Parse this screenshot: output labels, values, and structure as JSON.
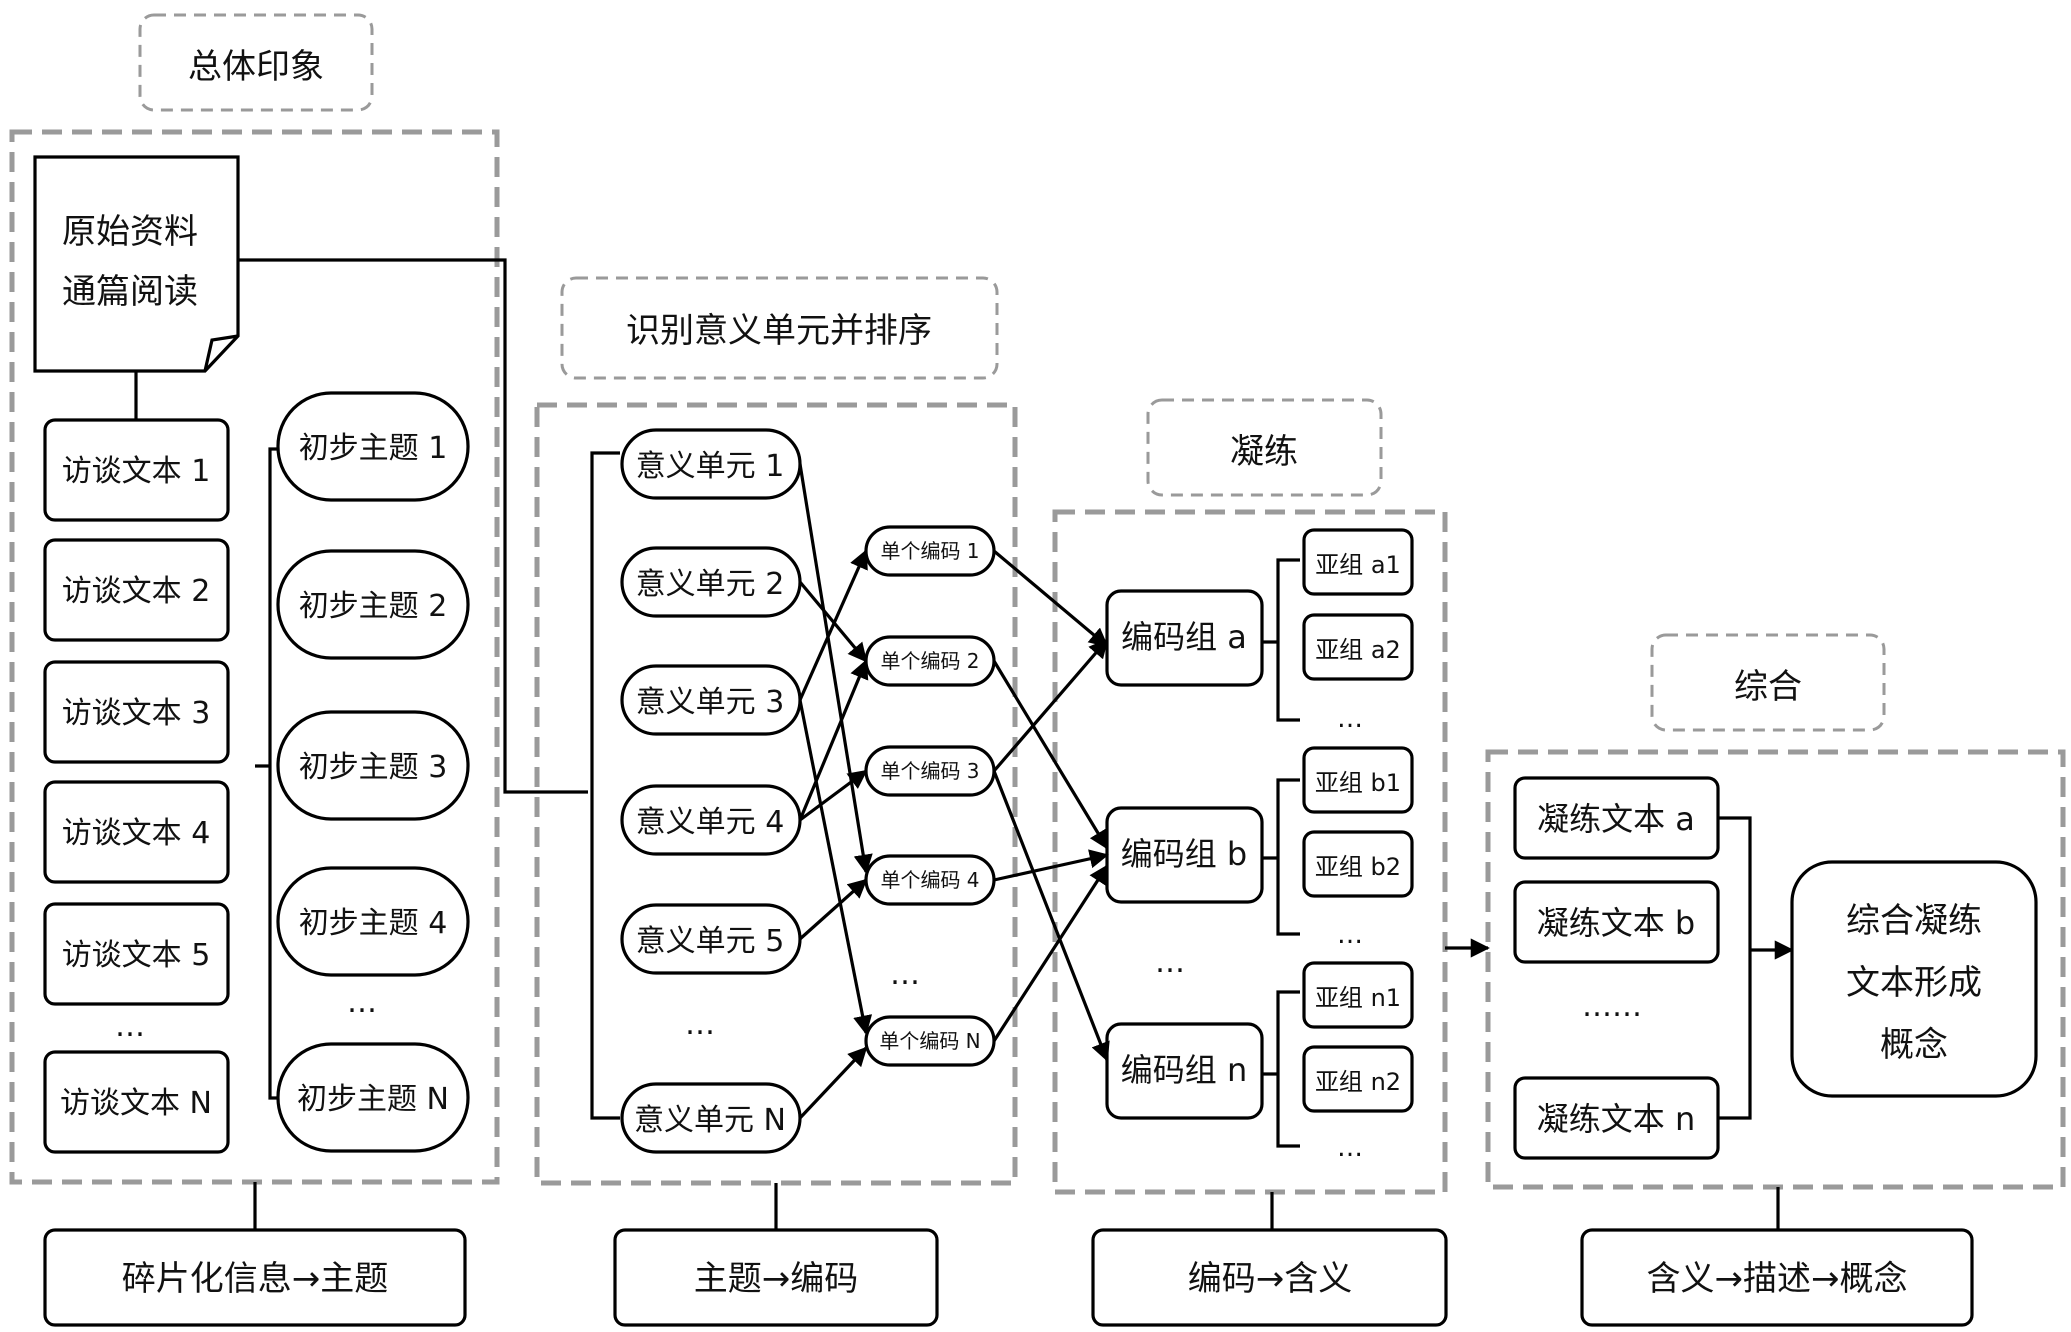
{
  "phase_labels": {
    "overall": "总体印象",
    "identify": "识别意义单元并排序",
    "condense": "凝练",
    "synthesis": "综合"
  },
  "raw_material": {
    "line1": "原始资料",
    "line2": "通篇阅读"
  },
  "interview_texts": [
    "访谈文本 1",
    "访谈文本 2",
    "访谈文本 3",
    "访谈文本 4",
    "访谈文本 5",
    "…",
    "访谈文本 N"
  ],
  "preliminary_themes": [
    "初步主题 1",
    "初步主题 2",
    "初步主题 3",
    "初步主题 4",
    "…",
    "初步主题 N"
  ],
  "meaning_units": [
    "意义单元 1",
    "意义单元 2",
    "意义单元 3",
    "意义单元 4",
    "意义单元 5",
    "…",
    "意义单元 N"
  ],
  "single_codes": [
    "单个编码 1",
    "单个编码 2",
    "单个编码 3",
    "单个编码 4",
    "…",
    "单个编码 N"
  ],
  "code_groups": [
    "编码组 a",
    "编码组 b",
    "…",
    "编码组 n"
  ],
  "subgroups": {
    "a": [
      "亚组 a1",
      "亚组 a2",
      "…"
    ],
    "b": [
      "亚组 b1",
      "亚组 b2",
      "…"
    ],
    "n": [
      "亚组 n1",
      "亚组 n2",
      "…"
    ]
  },
  "condensed_texts": [
    "凝练文本 a",
    "凝练文本 b",
    "……",
    "凝练文本 n"
  ],
  "synthesis_result": {
    "line1": "综合凝练",
    "line2": "文本形成",
    "line3": "概念"
  },
  "stage_summaries": [
    "碎片化信息→主题",
    "主题→编码",
    "编码→含义",
    "含义→描述→概念"
  ]
}
